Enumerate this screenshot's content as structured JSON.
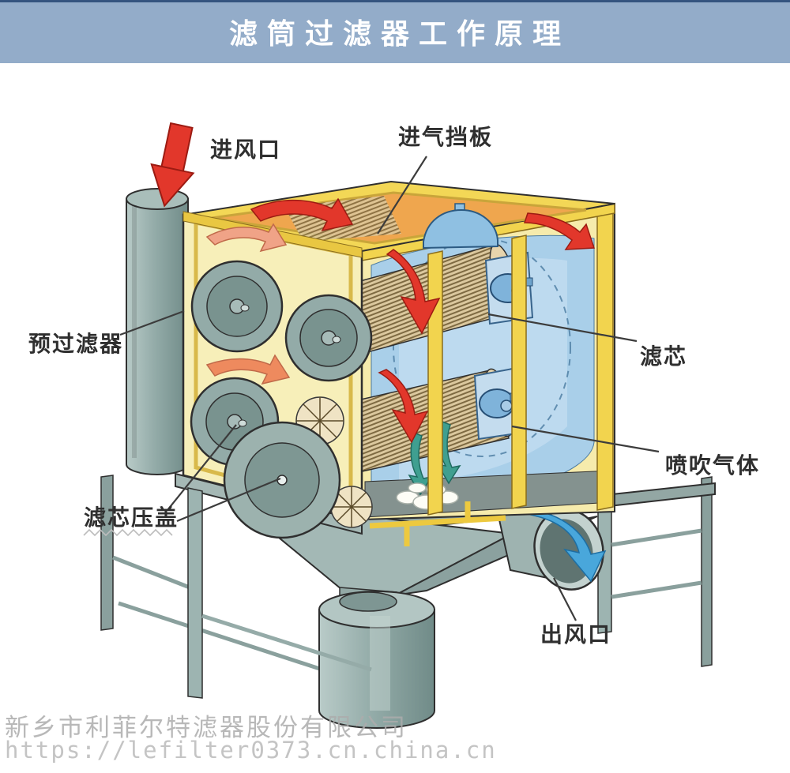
{
  "header": {
    "title": "滤筒过滤器工作原理"
  },
  "labels": {
    "inlet": "进风口",
    "baffle": "进气挡板",
    "prefilter": "预过滤器",
    "cartridge": "滤芯",
    "pulse_gas": "喷吹气体",
    "cartridge_cover": "滤芯压盖",
    "outlet": "出风口"
  },
  "watermark": {
    "company": "新乡市利菲尔特滤器股份有限公司",
    "url": "https://lefilter0373.cn.china.cn"
  },
  "colors": {
    "header_bg": "#93acc9",
    "header_top_strip": "#35547f",
    "title_text": "#ffffff",
    "housing_frame_yellow": "#f3d756",
    "housing_panel_pale_yellow": "#f7efb9",
    "interior_orange": "#efa64e",
    "metal_teal": "#9db4b1",
    "dirty_air_arrow_red": "#e2372b",
    "clean_air_arrow_blue": "#49a7db",
    "plenum_blue": "#a9cfe9",
    "tank_blue": "#8fc0e2",
    "dust_arrow_green": "#3f9f90",
    "label_text": "#2f2f2f",
    "watermark_gray": "#bababa"
  }
}
